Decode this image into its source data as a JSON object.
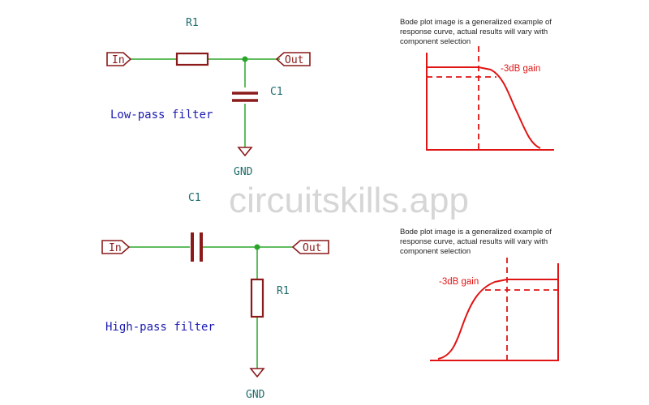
{
  "colors": {
    "wire": "#2aa52a",
    "component": "#8b1a1a",
    "ref_label": "#1f6b6b",
    "title": "#1a1ab0",
    "bode": "#e01414",
    "watermark": "#d6d6d6"
  },
  "watermark": "circuitskills.app",
  "low_pass": {
    "title": "Low-pass filter",
    "resistor_ref": "R1",
    "capacitor_ref": "C1",
    "input_label": "In",
    "output_label": "Out",
    "ground_label": "GND",
    "bode_note": [
      "Bode plot image is a generalized example of",
      "response curve, actual results will vary with",
      "component selection"
    ],
    "gain_label": "-3dB gain"
  },
  "high_pass": {
    "title": "High-pass filter",
    "resistor_ref": "R1",
    "capacitor_ref": "C1",
    "input_label": "In",
    "output_label": "Out",
    "ground_label": "GND",
    "bode_note": [
      "Bode plot image is a generalized example of",
      "response curve, actual results will vary with",
      "component selection"
    ],
    "gain_label": "-3dB gain"
  }
}
